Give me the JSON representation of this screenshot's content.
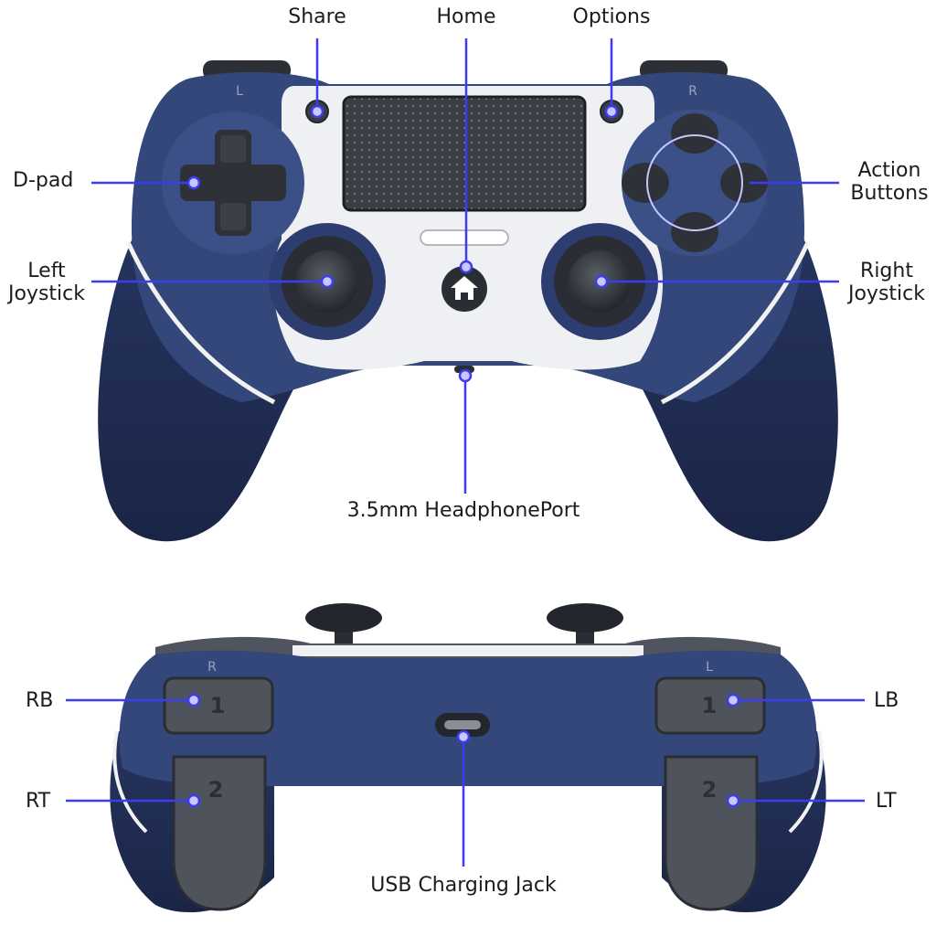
{
  "colors": {
    "body_navy": "#34477a",
    "body_navy_dark": "#1f2b52",
    "grip_navy": "#1d2a4f",
    "panel_white": "#eef0f4",
    "touchpad_dark": "#3a3d44",
    "button_dark": "#2e3138",
    "callout_line": "#3c3cf0",
    "trigger_gray": "#4e535c"
  },
  "top_view": {
    "labels": {
      "share": "Share",
      "home": "Home",
      "options": "Options",
      "dpad": "D-pad",
      "action_buttons": [
        "Action",
        "Buttons"
      ],
      "left_joystick": [
        "Left",
        "Joystick"
      ],
      "right_joystick": [
        "Right",
        "Joystick"
      ],
      "headphone_port": "3.5mm HeadphonePort"
    },
    "shoulder_marks": {
      "left": "L",
      "right": "R"
    }
  },
  "back_view": {
    "labels": {
      "rb": "RB",
      "rt": "RT",
      "lb": "LB",
      "lt": "LT",
      "usb": "USB Charging Jack"
    },
    "shoulder_marks": {
      "left": "R",
      "right": "L"
    },
    "button_numbers": {
      "bumper": "1",
      "trigger": "2"
    }
  }
}
